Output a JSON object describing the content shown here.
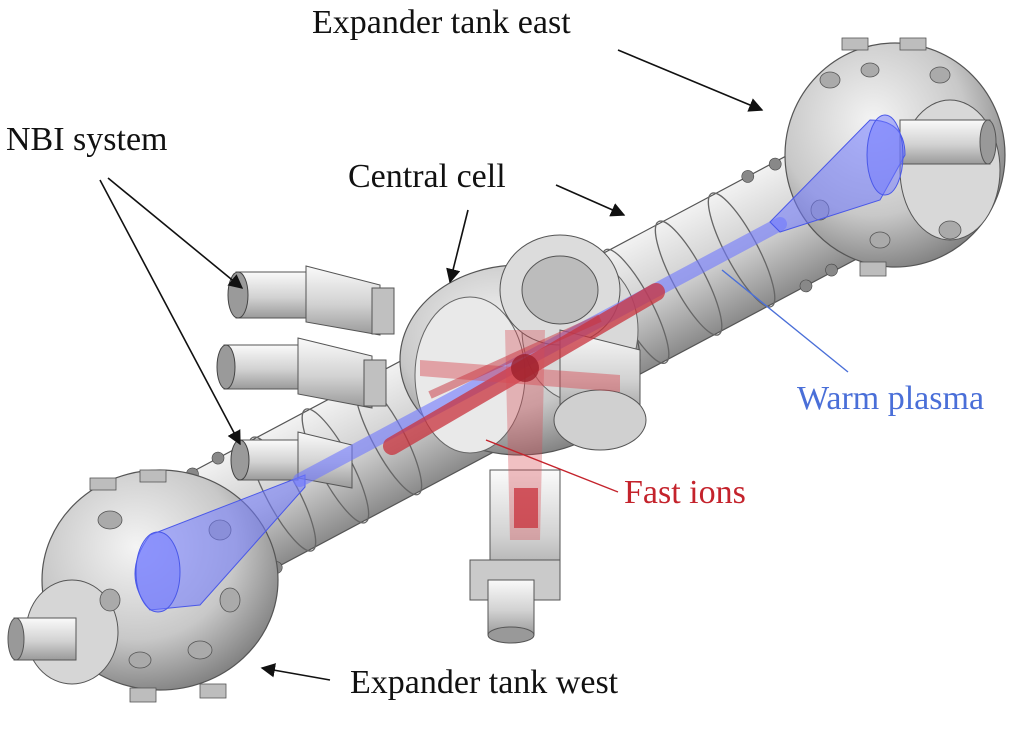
{
  "labels": {
    "expander_east": "Expander tank east",
    "nbi_system": "NBI system",
    "central_cell": "Central cell",
    "warm_plasma": "Warm plasma",
    "fast_ions": "Fast ions",
    "expander_west": "Expander tank west"
  },
  "colors": {
    "text": "#111111",
    "warm_plasma": "#4a6fd8",
    "fast_ions": "#c4232c",
    "metal_light": "#e4e4e4",
    "metal_dark": "#8c8c8c",
    "plasma_fill": "#6f78ff",
    "ion_fill": "#c8323c"
  }
}
